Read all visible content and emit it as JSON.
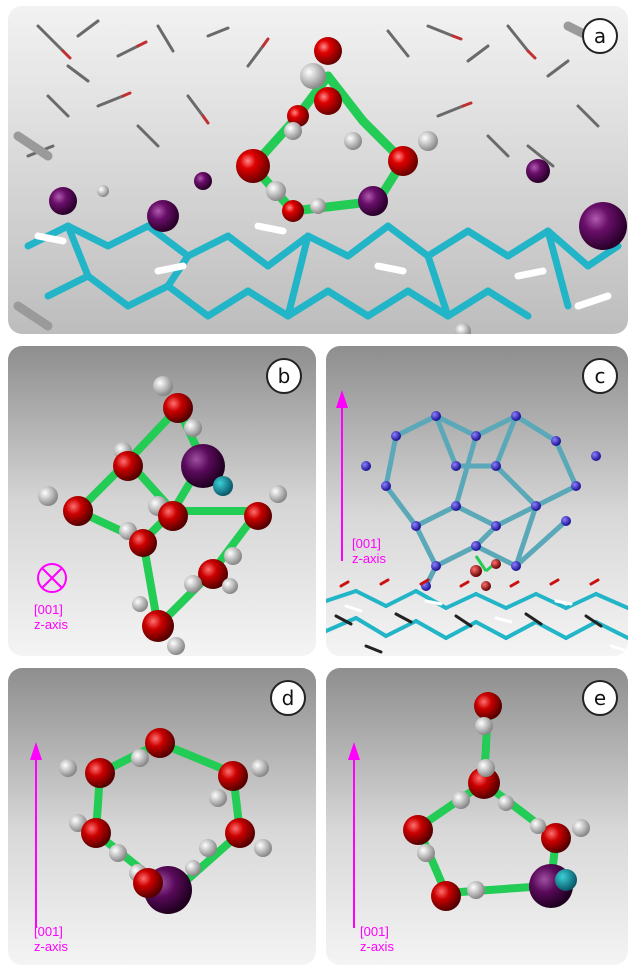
{
  "panels": {
    "a": {
      "label": "a"
    },
    "b": {
      "label": "b",
      "axis_line1": "[001]",
      "axis_line2": "z-axis",
      "axis_symbol": "into-page-cross-circle"
    },
    "c": {
      "label": "c",
      "axis_line1": "[001]",
      "axis_line2": "z-axis"
    },
    "d": {
      "label": "d",
      "axis_line1": "[001]",
      "axis_line2": "z-axis"
    },
    "e": {
      "label": "e",
      "axis_line1": "[001]",
      "axis_line2": "z-axis"
    }
  },
  "colors": {
    "axis_magenta": "#ff00ff",
    "oxygen_red": "#d40000",
    "hydrogen_white": "#e0e0e0",
    "hbond_green": "#22cc55",
    "substrate_cyan": "#22b5c8",
    "iodide_purple": "#5a0a5a",
    "nitrogen_blue": "#3a2ad0"
  }
}
